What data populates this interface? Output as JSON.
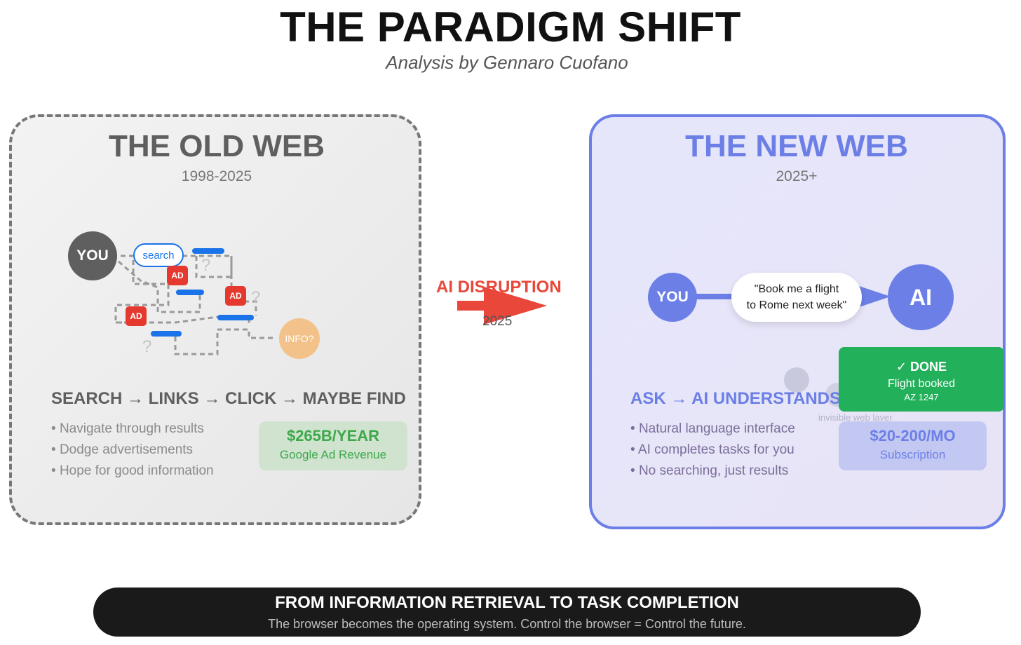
{
  "header": {
    "title": "THE PARADIGM SHIFT",
    "subtitle": "Analysis by Gennaro Cuofano"
  },
  "old_web": {
    "title": "THE OLD WEB",
    "years": "1998-2025",
    "you": "YOU",
    "search": "search",
    "ad": "AD",
    "question": "?",
    "info": "INFO?",
    "flow": "SEARCH → LINKS → CLICK → MAYBE FIND",
    "bullets": [
      "Navigate through results",
      "Dodge advertisements",
      "Hope for good information"
    ],
    "revenue_amount": "$265B/YEAR",
    "revenue_label": "Google Ad Revenue"
  },
  "middle": {
    "label": "AI DISRUPTION",
    "year": "2025"
  },
  "new_web": {
    "title": "THE NEW WEB",
    "years": "2025+",
    "you": "YOU",
    "speech_line1": "\"Book me a flight",
    "speech_line2": "to Rome next week\"",
    "ai": "AI",
    "done_title": "✓ DONE",
    "done_line1": "Flight booked",
    "done_line2": "AZ 1247",
    "invisible_layer": "invisible web layer",
    "flow": "ASK → AI UNDERSTANDS → TASK DONE",
    "bullets": [
      "Natural language interface",
      "AI completes tasks for you",
      "No searching, just results"
    ],
    "price_amount": "$20-200/MO",
    "price_label": "Subscription"
  },
  "footer": {
    "title": "FROM INFORMATION RETRIEVAL TO TASK COMPLETION",
    "subtitle": "The browser becomes the operating system. Control the browser = Control the future."
  },
  "colors": {
    "old_gray": "#5f5f5f",
    "new_blue": "#6b7fe6",
    "ad_red": "#e5392f",
    "link_blue": "#1a73e8",
    "done_green": "#23b05a",
    "disruption_red": "#e8473a",
    "info_orange": "#f2c28a"
  }
}
